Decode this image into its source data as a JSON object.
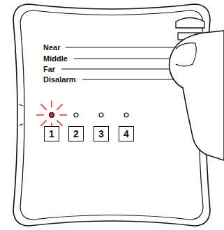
{
  "diagram": {
    "nodes": [
      {
        "text": [
          "1"
        ]
      },
      {
        "text": [
          "2"
        ]
      },
      {
        "text": [
          "3"
        ]
      },
      {
        "text": [
          "4"
        ]
      }
    ],
    "labels": [
      "Near",
      "Middle",
      "Far",
      "Disalarm"
    ]
  }
}
